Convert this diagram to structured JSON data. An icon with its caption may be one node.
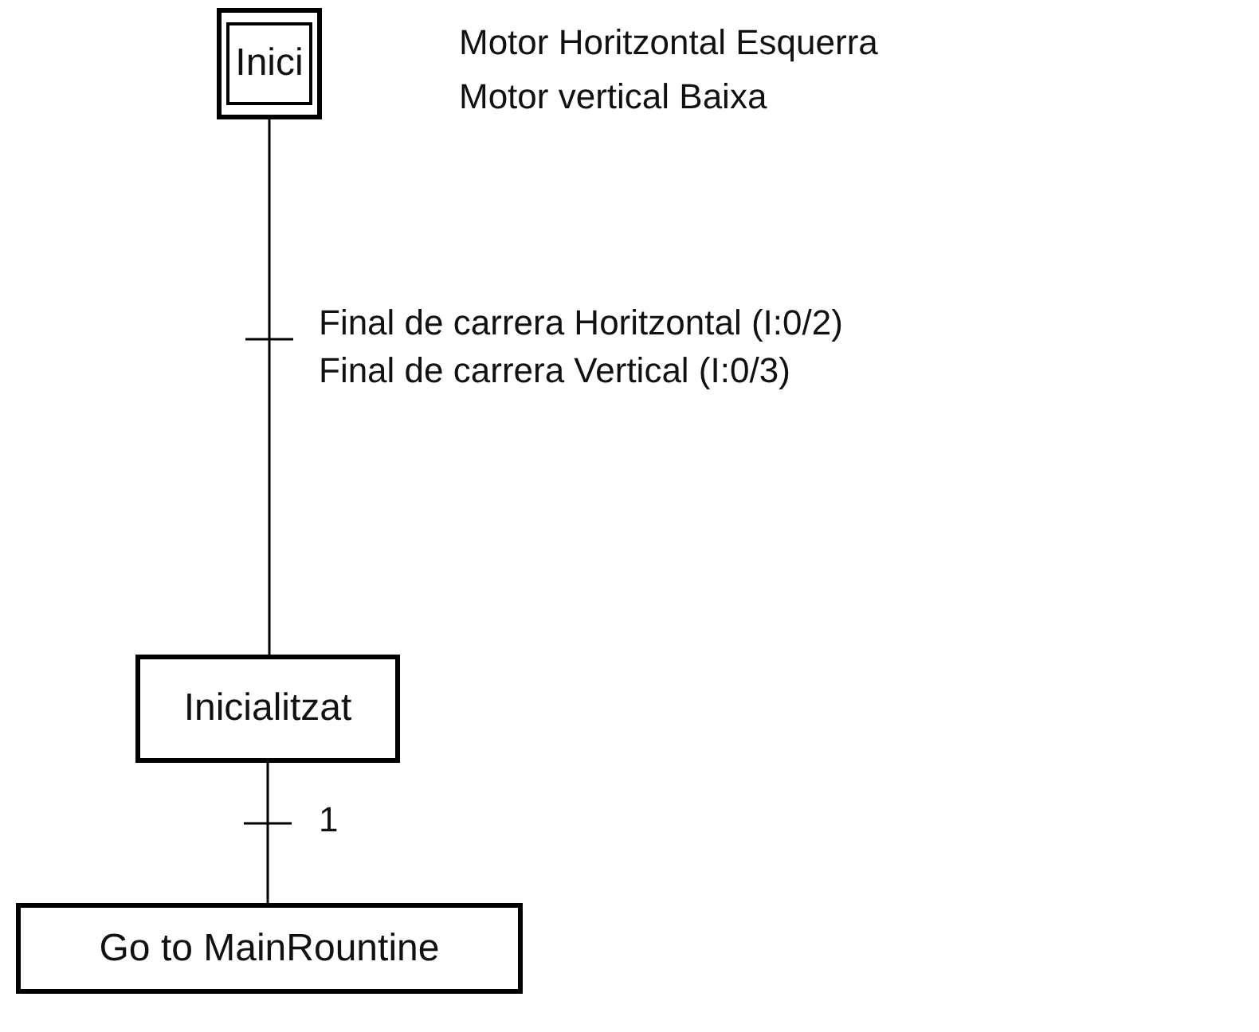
{
  "diagram": {
    "nodes": [
      {
        "text": [
          "Inici"
        ],
        "beside": [
          "Motor Horitzontal Esquerra",
          "Motor vertical Baixa"
        ]
      },
      {
        "text": [
          "Inicialitzat"
        ]
      },
      {
        "text": [
          "Go to MainRountine"
        ]
      }
    ],
    "edges": [
      {
        "from": 0,
        "to": 1,
        "arrow": "none",
        "label": "Final de carrera Horitzontal (I:0/2) Final de carrera Vertical (I:0/3)"
      },
      {
        "from": 1,
        "to": 2,
        "arrow": "none",
        "label": "1"
      }
    ]
  }
}
